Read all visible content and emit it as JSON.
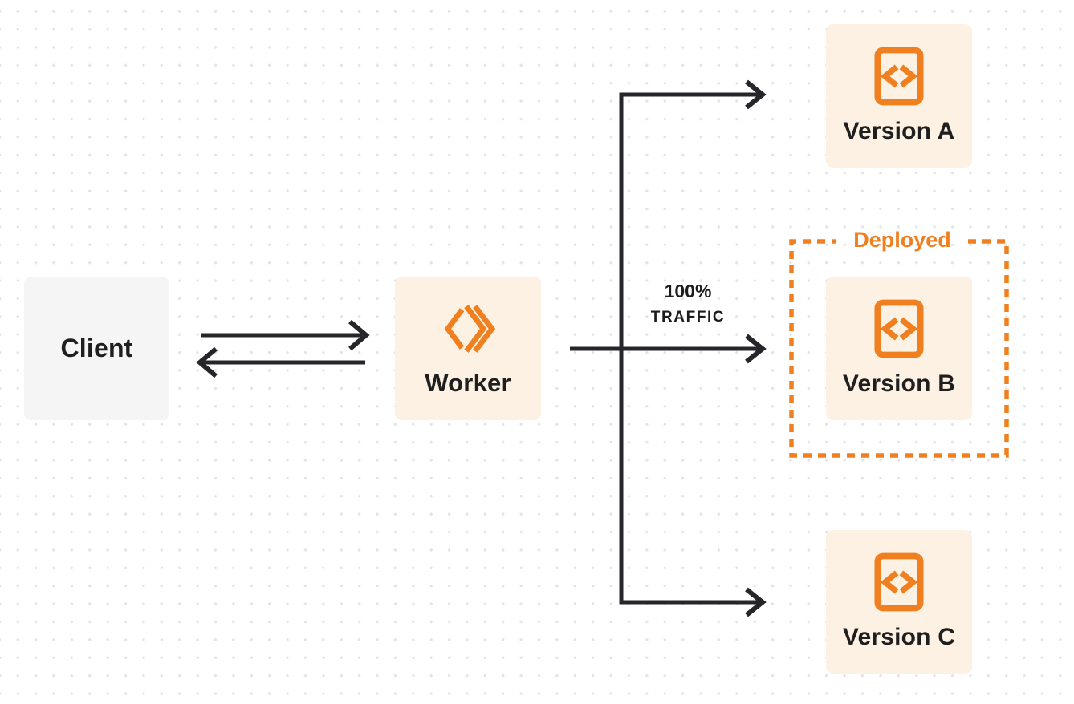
{
  "colors": {
    "orange": "#F0801F",
    "node_cream_bg": "#FCF1E2",
    "client_node_bg": "#F5F5F6",
    "wire_dark": "#26252A",
    "label_text": "#1F1F1F",
    "dot_grid": "#E4E3E6",
    "background": "#FFFFFF"
  },
  "nodes": {
    "client": {
      "label": "Client"
    },
    "worker": {
      "label": "Worker",
      "icon": "cloudflare-workers-logo"
    },
    "versions": [
      {
        "label": "Version A",
        "icon": "code-file-icon"
      },
      {
        "label": "Version B",
        "icon": "code-file-icon",
        "badge": "Deployed"
      },
      {
        "label": "Version C",
        "icon": "code-file-icon"
      }
    ]
  },
  "annotations": {
    "deployed_badge": {
      "label": "Deployed"
    },
    "traffic_label": {
      "line1": "100%",
      "line2": "TRAFFIC"
    }
  },
  "edges": [
    {
      "from": "client",
      "to": "worker",
      "style": "arrow-right"
    },
    {
      "from": "worker",
      "to": "client",
      "style": "arrow-left"
    },
    {
      "from": "worker",
      "to": "version-a",
      "style": "arrow"
    },
    {
      "from": "worker",
      "to": "version-b",
      "style": "arrow",
      "label": "100% TRAFFIC"
    },
    {
      "from": "worker",
      "to": "version-c",
      "style": "arrow"
    }
  ]
}
